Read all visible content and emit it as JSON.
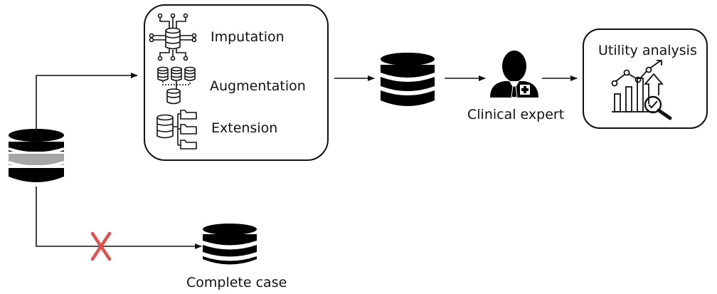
{
  "methods": [
    {
      "label": "Imputation",
      "icon": "database-network-icon"
    },
    {
      "label": "Augmentation",
      "icon": "database-merge-icon"
    },
    {
      "label": "Extension",
      "icon": "database-folders-icon"
    }
  ],
  "clinical_expert": {
    "label": "Clinical expert",
    "icon": "doctor-icon"
  },
  "utility_analysis": {
    "title": "Utility analysis",
    "icon": "growth-chart-magnifier-icon"
  },
  "complete_case": {
    "label": "Complete case",
    "icon": "database-icon"
  },
  "source_dataset": {
    "icon": "incomplete-database-icon",
    "band_color": "#a6a6a6"
  },
  "colors": {
    "cross": "#e0534a",
    "stroke": "#111111"
  }
}
